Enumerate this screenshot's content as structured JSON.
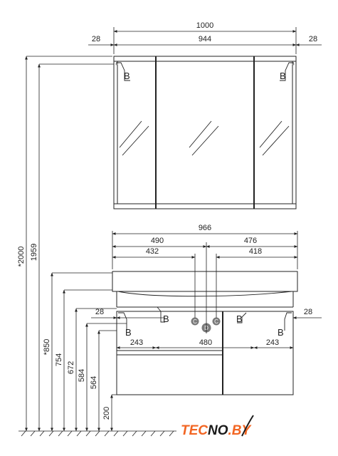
{
  "mirror_cabinet": {
    "overall_width": "1000",
    "left_side": "28",
    "inner_width": "944",
    "right_side": "28",
    "door_marks": [
      "B",
      "B"
    ]
  },
  "vanity": {
    "overall_width": "966",
    "left_section": "490",
    "right_section": "476",
    "left_inner": "432",
    "right_inner": "418",
    "left_offset": "28",
    "right_offset": "28",
    "left_compartment": "243",
    "center_compartment": "480",
    "right_compartment": "243",
    "door_marks": [
      "B",
      "B",
      "B",
      "B"
    ],
    "connection_marks": [
      "C",
      "D",
      "C"
    ]
  },
  "heights": {
    "total": "*2000",
    "mirror_top": "1959",
    "vanity_top": "*850",
    "h754": "754",
    "h672": "672",
    "h584": "584",
    "h564": "564",
    "floor_clearance": "200"
  },
  "logo": {
    "part1": "TEC",
    "part2": "NO",
    "part3": ".BY"
  },
  "colors": {
    "logo_orange": "#f26522",
    "logo_dark": "#1a1a1a",
    "marker_gray": "#7a7a7a",
    "line": "#222222"
  }
}
